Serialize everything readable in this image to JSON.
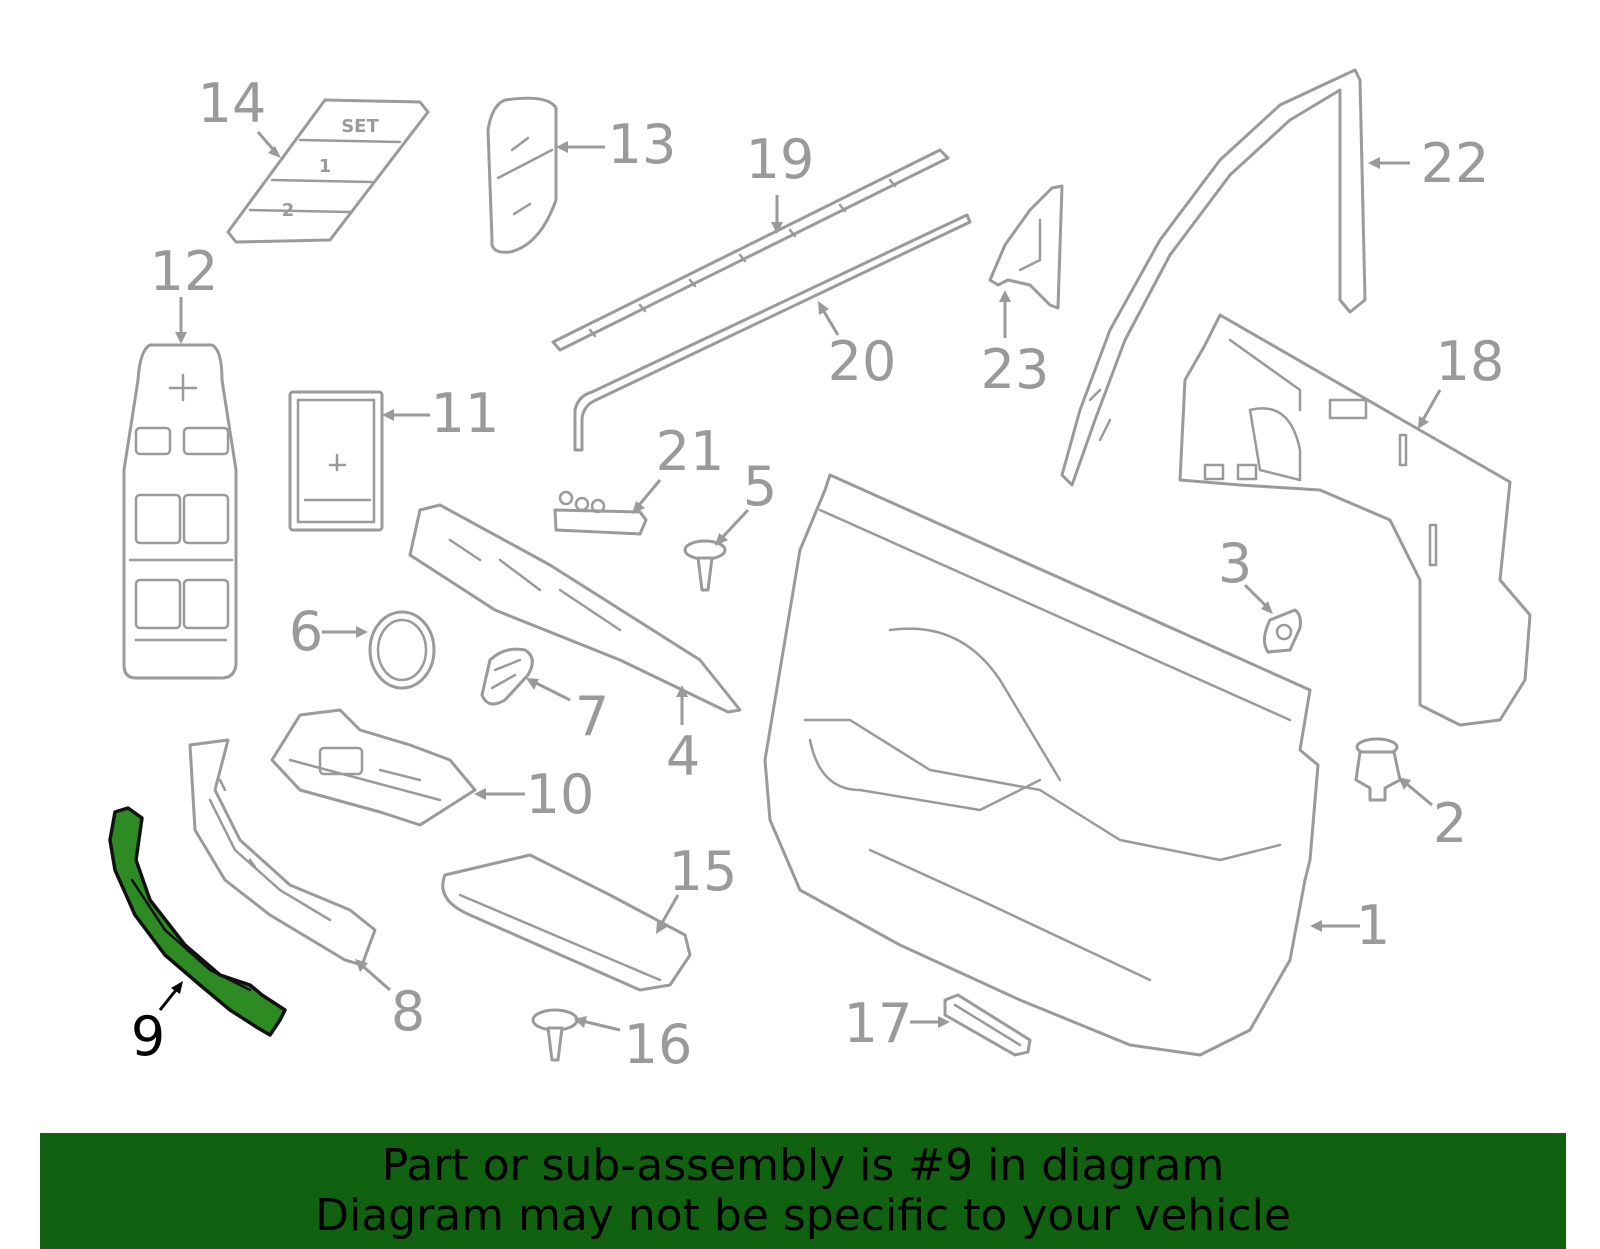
{
  "colors": {
    "line_gray": "#9a9a9a",
    "highlight_fill": "#2e8b24",
    "highlight_stroke": "#111111",
    "banner_bg": "#106110",
    "label_gray": "#9a9a9a",
    "label_active": "#000000"
  },
  "highlighted_part": "9",
  "callouts": [
    {
      "id": "1",
      "label": "1"
    },
    {
      "id": "2",
      "label": "2"
    },
    {
      "id": "3",
      "label": "3"
    },
    {
      "id": "4",
      "label": "4"
    },
    {
      "id": "5",
      "label": "5"
    },
    {
      "id": "6",
      "label": "6"
    },
    {
      "id": "7",
      "label": "7"
    },
    {
      "id": "8",
      "label": "8"
    },
    {
      "id": "9",
      "label": "9"
    },
    {
      "id": "10",
      "label": "10"
    },
    {
      "id": "11",
      "label": "11"
    },
    {
      "id": "12",
      "label": "12"
    },
    {
      "id": "13",
      "label": "13"
    },
    {
      "id": "14",
      "label": "14"
    },
    {
      "id": "15",
      "label": "15"
    },
    {
      "id": "16",
      "label": "16"
    },
    {
      "id": "17",
      "label": "17"
    },
    {
      "id": "18",
      "label": "18"
    },
    {
      "id": "19",
      "label": "19"
    },
    {
      "id": "20",
      "label": "20"
    },
    {
      "id": "21",
      "label": "21"
    },
    {
      "id": "22",
      "label": "22"
    },
    {
      "id": "23",
      "label": "23"
    }
  ],
  "switch_labels": {
    "set": "SET",
    "one": "1",
    "two": "2"
  },
  "banner": {
    "line1": "Part or sub-assembly is #9 in diagram",
    "line2": "Diagram may not be specific to your vehicle"
  }
}
